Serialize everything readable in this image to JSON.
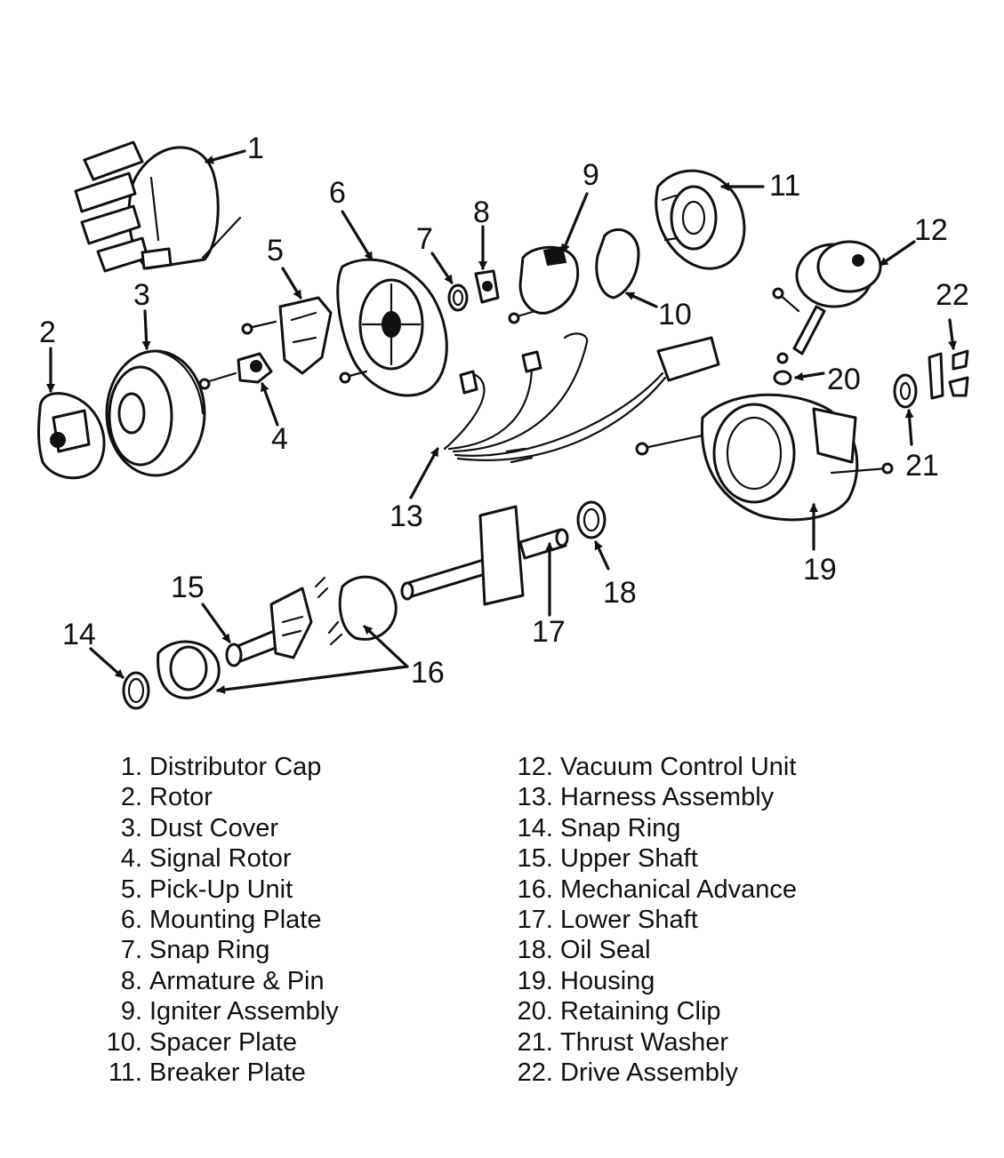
{
  "callouts": [
    "1",
    "2",
    "3",
    "4",
    "5",
    "6",
    "7",
    "8",
    "9",
    "10",
    "11",
    "12",
    "13",
    "14",
    "15",
    "16",
    "17",
    "18",
    "19",
    "20",
    "21",
    "22"
  ],
  "legend": {
    "left": [
      {
        "num": "1.",
        "label": "Distributor Cap"
      },
      {
        "num": "2.",
        "label": "Rotor"
      },
      {
        "num": "3.",
        "label": "Dust Cover"
      },
      {
        "num": "4.",
        "label": "Signal Rotor"
      },
      {
        "num": "5.",
        "label": "Pick-Up Unit"
      },
      {
        "num": "6.",
        "label": "Mounting Plate"
      },
      {
        "num": "7.",
        "label": "Snap Ring"
      },
      {
        "num": "8.",
        "label": "Armature & Pin"
      },
      {
        "num": "9.",
        "label": "Igniter Assembly"
      },
      {
        "num": "10.",
        "label": "Spacer Plate"
      },
      {
        "num": "11.",
        "label": "Breaker Plate"
      }
    ],
    "right": [
      {
        "num": "12.",
        "label": "Vacuum Control Unit"
      },
      {
        "num": "13.",
        "label": "Harness Assembly"
      },
      {
        "num": "14.",
        "label": "Snap Ring"
      },
      {
        "num": "15.",
        "label": "Upper Shaft"
      },
      {
        "num": "16.",
        "label": "Mechanical Advance"
      },
      {
        "num": "17.",
        "label": "Lower Shaft"
      },
      {
        "num": "18.",
        "label": "Oil Seal"
      },
      {
        "num": "19.",
        "label": "Housing"
      },
      {
        "num": "20.",
        "label": "Retaining Clip"
      },
      {
        "num": "21.",
        "label": "Thrust Washer"
      },
      {
        "num": "22.",
        "label": "Drive Assembly"
      }
    ]
  },
  "colors": {
    "ink": "#111111",
    "paper": "#ffffff"
  }
}
